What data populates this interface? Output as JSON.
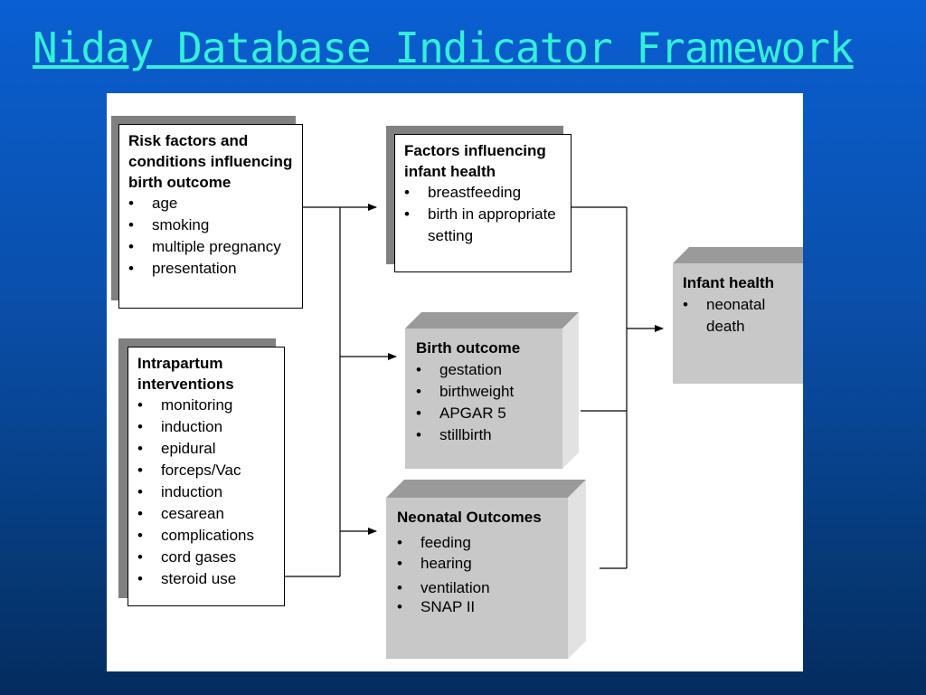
{
  "slide_title": "Niday Database Indicator Framework",
  "risk": {
    "heading": "Risk factors and conditions influencing birth outcome",
    "items": [
      "age",
      "smoking",
      "multiple pregnancy",
      "presentation"
    ]
  },
  "intrapartum": {
    "heading": "Intrapartum interventions",
    "items": [
      "monitoring",
      "induction",
      "epidural",
      "forceps/Vac",
      "induction",
      "cesarean",
      "complications",
      "cord gases",
      "steroid use"
    ]
  },
  "infant_factors": {
    "heading": "Factors influencing infant health",
    "items": [
      "breastfeeding",
      "birth in appropriate setting"
    ]
  },
  "birth_outcome": {
    "heading": "Birth outcome",
    "items": [
      "gestation",
      "birthweight",
      "APGAR 5",
      "stillbirth"
    ]
  },
  "neonatal": {
    "heading": "Neonatal Outcomes",
    "items": [
      "feeding",
      "hearing",
      "ventilation",
      "SNAP II"
    ]
  },
  "infant_health": {
    "heading": "Infant health",
    "items": [
      "neonatal death"
    ]
  },
  "bullet_glyph": "•",
  "colors": {
    "title": "#33f0d6",
    "cube_front": "#c8c8c8",
    "shadow": "#808080"
  }
}
